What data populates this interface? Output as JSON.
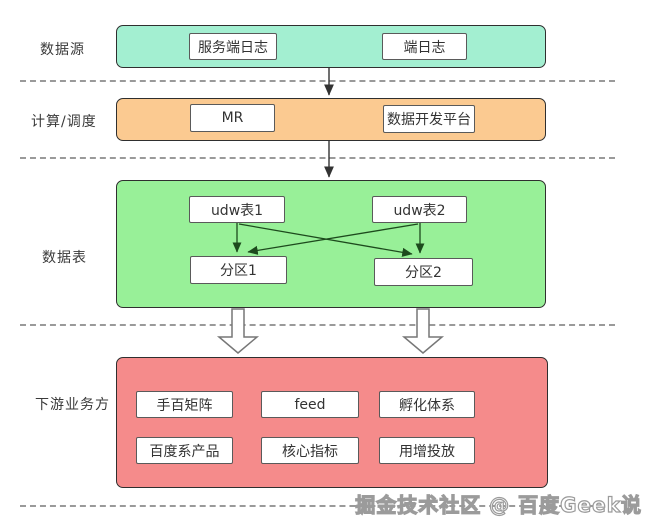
{
  "diagram": {
    "rows": [
      {
        "label": "数据源",
        "color": "#a3efd1",
        "items": [
          "服务端日志",
          "端日志"
        ]
      },
      {
        "label": "计算/调度",
        "color": "#fbca91",
        "items": [
          "MR",
          "数据开发平台"
        ]
      },
      {
        "label": "数据表",
        "color": "#98f098",
        "items": [
          "udw表1",
          "udw表2",
          "分区1",
          "分区2"
        ]
      },
      {
        "label": "下游业务方",
        "color": "#f58b8b",
        "items": [
          "手百矩阵",
          "feed",
          "孵化体系",
          "百度系产品",
          "核心指标",
          "用增投放"
        ]
      }
    ],
    "edges": [
      "数据源 → 计算/调度",
      "计算/调度 → 数据表",
      "udw表1 → 分区1",
      "udw表1 → 分区2",
      "udw表2 → 分区1",
      "udw表2 → 分区2",
      "数据表 → 下游业务方",
      "数据表 → 下游业务方"
    ],
    "arrow_colors": {
      "connector": "#333333",
      "table_links": "#1d4a1d",
      "block_arrow_stroke": "#777777"
    },
    "divider_color": "#9a9a9a",
    "watermark": "掘金技术社区 @ 百度Geek说"
  }
}
